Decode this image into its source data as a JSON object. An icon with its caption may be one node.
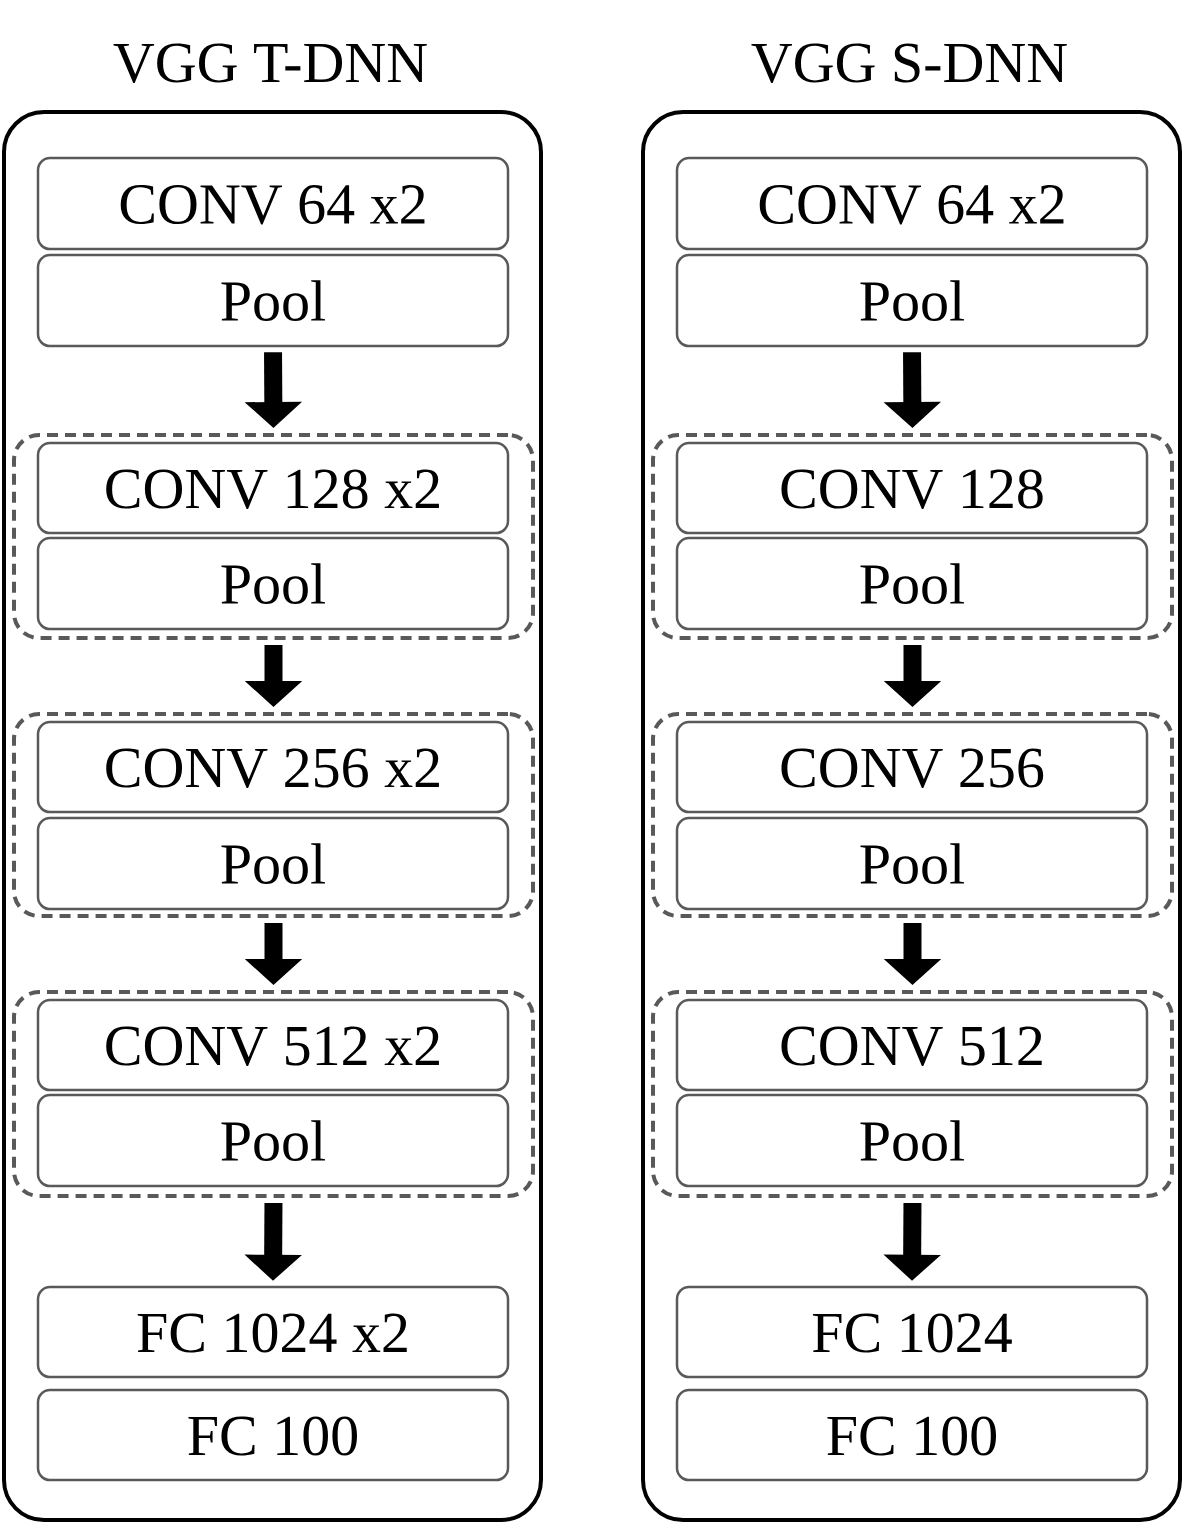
{
  "diagram": {
    "nodes": [
      {
        "text": [
          "VGG T-DNN"
        ]
      },
      {
        "text": [
          "CONV 64 x2"
        ],
        "in": 0
      },
      {
        "text": [
          "Pool"
        ],
        "in": 0
      },
      {
        "text": [],
        "shape": "box",
        "in": 0
      },
      {
        "text": [
          "CONV 128 x2"
        ],
        "in": 3
      },
      {
        "text": [
          "Pool"
        ],
        "in": 3
      },
      {
        "text": [],
        "shape": "box",
        "in": 0
      },
      {
        "text": [
          "CONV 256 x2"
        ],
        "in": 6
      },
      {
        "text": [
          "Pool"
        ],
        "in": 6
      },
      {
        "text": [],
        "shape": "box",
        "in": 0
      },
      {
        "text": [
          "CONV 512 x2"
        ],
        "in": 9
      },
      {
        "text": [
          "Pool"
        ],
        "in": 9
      },
      {
        "text": [
          "FC 1024 x2"
        ],
        "in": 0
      },
      {
        "text": [
          "FC 100"
        ],
        "in": 0
      },
      {
        "text": [
          "VGG S-DNN"
        ]
      },
      {
        "text": [
          "CONV 64 x2"
        ],
        "in": 14
      },
      {
        "text": [
          "Pool"
        ],
        "in": 14
      },
      {
        "text": [],
        "shape": "box",
        "in": 14
      },
      {
        "text": [
          "CONV 128"
        ],
        "in": 17
      },
      {
        "text": [
          "Pool"
        ],
        "in": 17
      },
      {
        "text": [],
        "shape": "box",
        "in": 14
      },
      {
        "text": [
          "CONV 256"
        ],
        "in": 20
      },
      {
        "text": [
          "Pool"
        ],
        "in": 20
      },
      {
        "text": [],
        "shape": "box",
        "in": 14
      },
      {
        "text": [
          "CONV 512"
        ],
        "in": 23
      },
      {
        "text": [
          "Pool"
        ],
        "in": 23
      },
      {
        "text": [
          "FC 1024"
        ],
        "in": 14
      },
      {
        "text": [
          "FC 100"
        ],
        "in": 14
      }
    ],
    "edges": [
      {
        "from": 2,
        "to": 3,
        "arrow": "to"
      },
      {
        "from": 3,
        "to": 6,
        "arrow": "to"
      },
      {
        "from": 6,
        "to": 9,
        "arrow": "to"
      },
      {
        "from": 9,
        "to": 12,
        "arrow": "to"
      },
      {
        "from": 16,
        "to": 17,
        "arrow": "to"
      },
      {
        "from": 17,
        "to": 20,
        "arrow": "to"
      },
      {
        "from": 20,
        "to": 23,
        "arrow": "to"
      },
      {
        "from": 23,
        "to": 26,
        "arrow": "to"
      }
    ]
  }
}
